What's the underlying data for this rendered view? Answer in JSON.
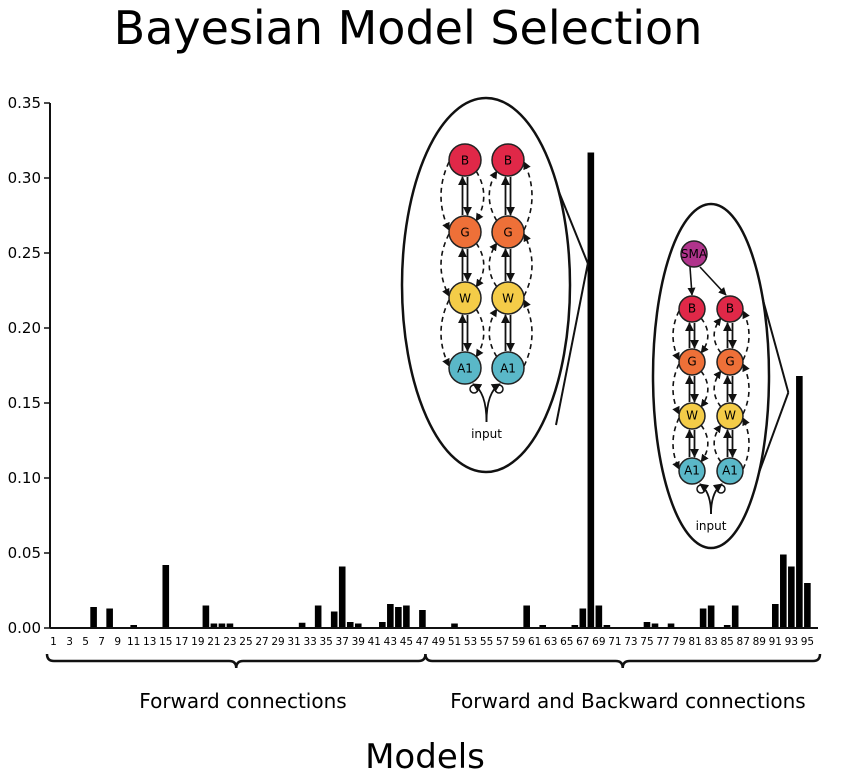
{
  "chart_data": {
    "type": "bar",
    "title": "Bayesian Model Selection",
    "xlabel": "Models",
    "ylabel": "",
    "ylim": [
      0,
      0.35
    ],
    "yticks": [
      "0.00",
      "0.05",
      "0.10",
      "0.15",
      "0.20",
      "0.25",
      "0.30",
      "0.35"
    ],
    "categories": [
      1,
      2,
      3,
      4,
      5,
      6,
      7,
      8,
      9,
      10,
      11,
      12,
      13,
      14,
      15,
      16,
      17,
      18,
      19,
      20,
      21,
      22,
      23,
      24,
      25,
      26,
      27,
      28,
      29,
      30,
      31,
      32,
      33,
      34,
      35,
      36,
      37,
      38,
      39,
      40,
      41,
      42,
      43,
      44,
      45,
      46,
      47,
      48,
      49,
      50,
      51,
      52,
      53,
      54,
      55,
      56,
      57,
      58,
      59,
      60,
      61,
      62,
      63,
      64,
      65,
      66,
      67,
      68,
      69,
      70,
      71,
      72,
      73,
      74,
      75,
      76,
      77,
      78,
      79,
      80,
      81,
      82,
      83,
      84,
      85,
      86,
      87,
      88,
      89,
      90,
      91,
      92,
      93,
      94,
      95
    ],
    "xtick_labels": [
      "1",
      "3",
      "5",
      "7",
      "9",
      "11",
      "13",
      "15",
      "17",
      "19",
      "21",
      "23",
      "25",
      "27",
      "29",
      "31",
      "33",
      "35",
      "37",
      "39",
      "41",
      "43",
      "45",
      "47",
      "49",
      "51",
      "53",
      "55",
      "57",
      "59",
      "61",
      "63",
      "65",
      "67",
      "69",
      "71",
      "73",
      "75",
      "77",
      "79",
      "81",
      "83",
      "85",
      "87",
      "89",
      "91",
      "93",
      "95"
    ],
    "values": [
      0.0005,
      0.0005,
      0.0005,
      0.0005,
      0.0005,
      0.014,
      0.0005,
      0.013,
      0.0005,
      0.0005,
      0.002,
      0.0005,
      0.0005,
      0.0005,
      0.042,
      0.0005,
      0.0005,
      0.0005,
      0.0005,
      0.015,
      0.003,
      0.003,
      0.003,
      0.0005,
      0.0005,
      0.0005,
      0.0005,
      0.0005,
      0.0005,
      0.0005,
      0.0005,
      0.0035,
      0.0005,
      0.015,
      0.0005,
      0.011,
      0.041,
      0.004,
      0.003,
      0.0005,
      0.0005,
      0.004,
      0.016,
      0.014,
      0.015,
      0.0005,
      0.012,
      0.0005,
      0.0005,
      0.0005,
      0.003,
      0.0005,
      0.0005,
      0.0005,
      0.0005,
      0.0005,
      0.0005,
      0.0005,
      0.0005,
      0.015,
      0.0005,
      0.002,
      0.0005,
      0.0005,
      0.0005,
      0.002,
      0.013,
      0.317,
      0.015,
      0.002,
      0.0005,
      0.0005,
      0.0005,
      0.0005,
      0.004,
      0.003,
      0.0005,
      0.003,
      0.0005,
      0.0005,
      0.0005,
      0.013,
      0.015,
      0.0005,
      0.002,
      0.015,
      0.0005,
      0.0005,
      0.0005,
      0.0005,
      0.016,
      0.049,
      0.041,
      0.168,
      0.03
    ],
    "groups": [
      {
        "label": "Forward connections",
        "from": 1,
        "to": 48
      },
      {
        "label": "Forward and Backward connections",
        "from": 48,
        "to": 95
      }
    ],
    "insets": [
      {
        "model": 68,
        "nodes": [
          "B",
          "B",
          "G",
          "G",
          "W",
          "W",
          "A1",
          "A1"
        ],
        "input_label": "input"
      },
      {
        "model": 93,
        "nodes": [
          "SMA",
          "B",
          "B",
          "G",
          "G",
          "W",
          "W",
          "A1",
          "A1"
        ],
        "input_label": "input"
      }
    ],
    "node_colors": {
      "SMA": "#b0348c",
      "B": "#e02848",
      "G": "#ee7038",
      "W": "#f4cc48",
      "A1": "#5ab8c8"
    },
    "bar_color": "#000000"
  }
}
